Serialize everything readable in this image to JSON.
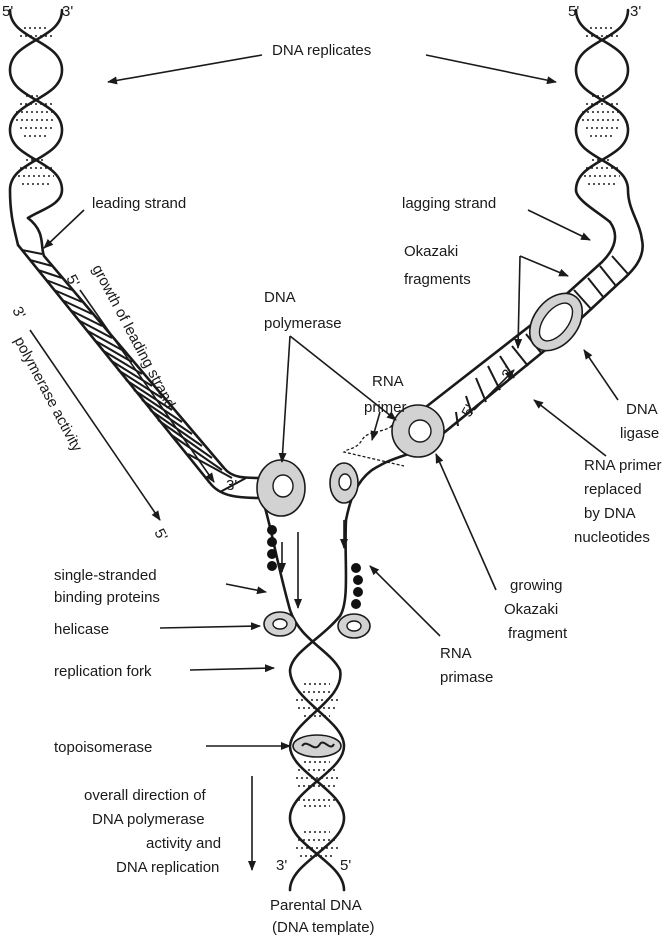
{
  "labels": {
    "top_left_5": "5'",
    "top_left_3": "3'",
    "top_right_5": "5'",
    "top_right_3": "3'",
    "dna_replicates": "DNA replicates",
    "leading_strand": "leading strand",
    "lagging_strand": "lagging strand",
    "okazaki_fragments_1": "Okazaki",
    "okazaki_fragments_2": "fragments",
    "dna_polymerase_1": "DNA",
    "dna_polymerase_2": "polymerase",
    "growth_leading_5": "5'",
    "growth_leading": "growth of leading strand",
    "growth_leading_3": "3'",
    "polymerase_activity_3": "3'",
    "polymerase_activity": "polymerase activity",
    "polymerase_activity_5": "5'",
    "rna_primer_1": "RNA",
    "rna_primer_2": "primer",
    "okazaki_5": "5'",
    "okazaki_3": "3'",
    "dna_ligase_1": "DNA",
    "dna_ligase_2": "ligase",
    "rna_replaced_1": "RNA primer",
    "rna_replaced_2": "replaced",
    "rna_replaced_3": "by DNA",
    "rna_replaced_4": "nucleotides",
    "ssb_1": "single-stranded",
    "ssb_2": "binding proteins",
    "helicase": "helicase",
    "replication_fork": "replication fork",
    "growing_okazaki_1": "growing",
    "growing_okazaki_2": "Okazaki",
    "growing_okazaki_3": "fragment",
    "rna_primase_1": "RNA",
    "rna_primase_2": "primase",
    "topoisomerase": "topoisomerase",
    "overall_1": "overall direction of",
    "overall_2": "DNA polymerase",
    "overall_3": "activity and",
    "overall_4": "DNA replication",
    "bottom_3": "3'",
    "bottom_5": "5'",
    "parental_1": "Parental DNA",
    "parental_2": "(DNA template)"
  },
  "colors": {
    "ink": "#1a1a1a",
    "enzyme_fill": "#d2d2d2",
    "background": "#ffffff"
  }
}
